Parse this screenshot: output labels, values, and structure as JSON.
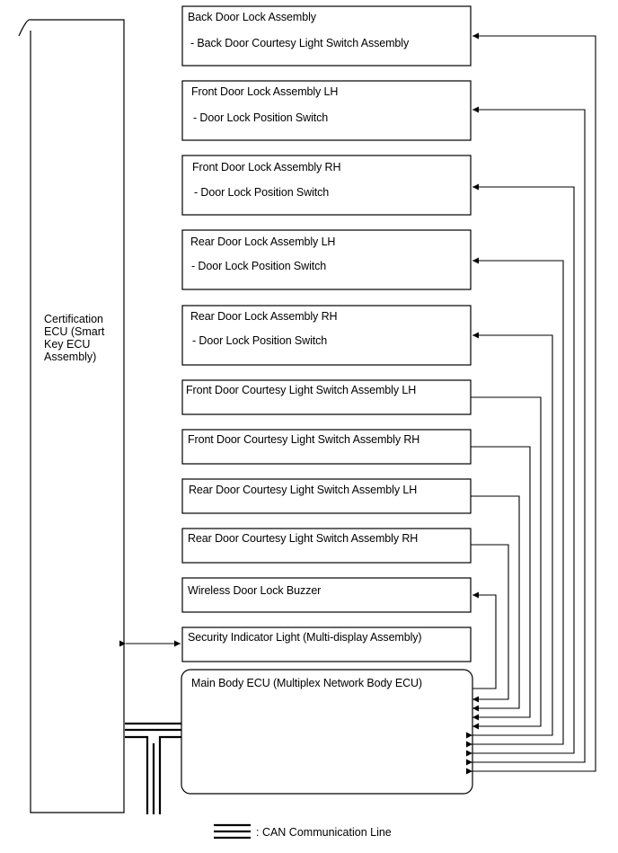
{
  "ecu": {
    "label": "Certification\nECU (Smart\nKey ECU\nAssembly)"
  },
  "components": [
    {
      "title": "Back Door Lock Assembly",
      "sub": "- Back Door Courtesy Light Switch Assembly"
    },
    {
      "title": "Front Door Lock Assembly LH",
      "sub": "- Door Lock Position Switch"
    },
    {
      "title": "Front Door Lock Assembly RH",
      "sub": "- Door Lock Position Switch"
    },
    {
      "title": "Rear Door Lock Assembly LH",
      "sub": "- Door Lock Position Switch"
    },
    {
      "title": "Rear Door Lock Assembly RH",
      "sub": "- Door Lock Position Switch"
    },
    {
      "title": "Front Door Courtesy Light Switch Assembly LH"
    },
    {
      "title": "Front Door Courtesy Light Switch Assembly RH"
    },
    {
      "title": "Rear Door Courtesy Light Switch Assembly LH"
    },
    {
      "title": "Rear Door Courtesy Light Switch Assembly RH"
    },
    {
      "title": "Wireless Door Lock Buzzer"
    },
    {
      "title": "Security Indicator Light (Multi-display Assembly)"
    }
  ],
  "main_body_ecu": {
    "label": "Main Body ECU (Multiplex Network Body ECU)"
  },
  "legend": {
    "can_label": ": CAN Communication Line"
  }
}
